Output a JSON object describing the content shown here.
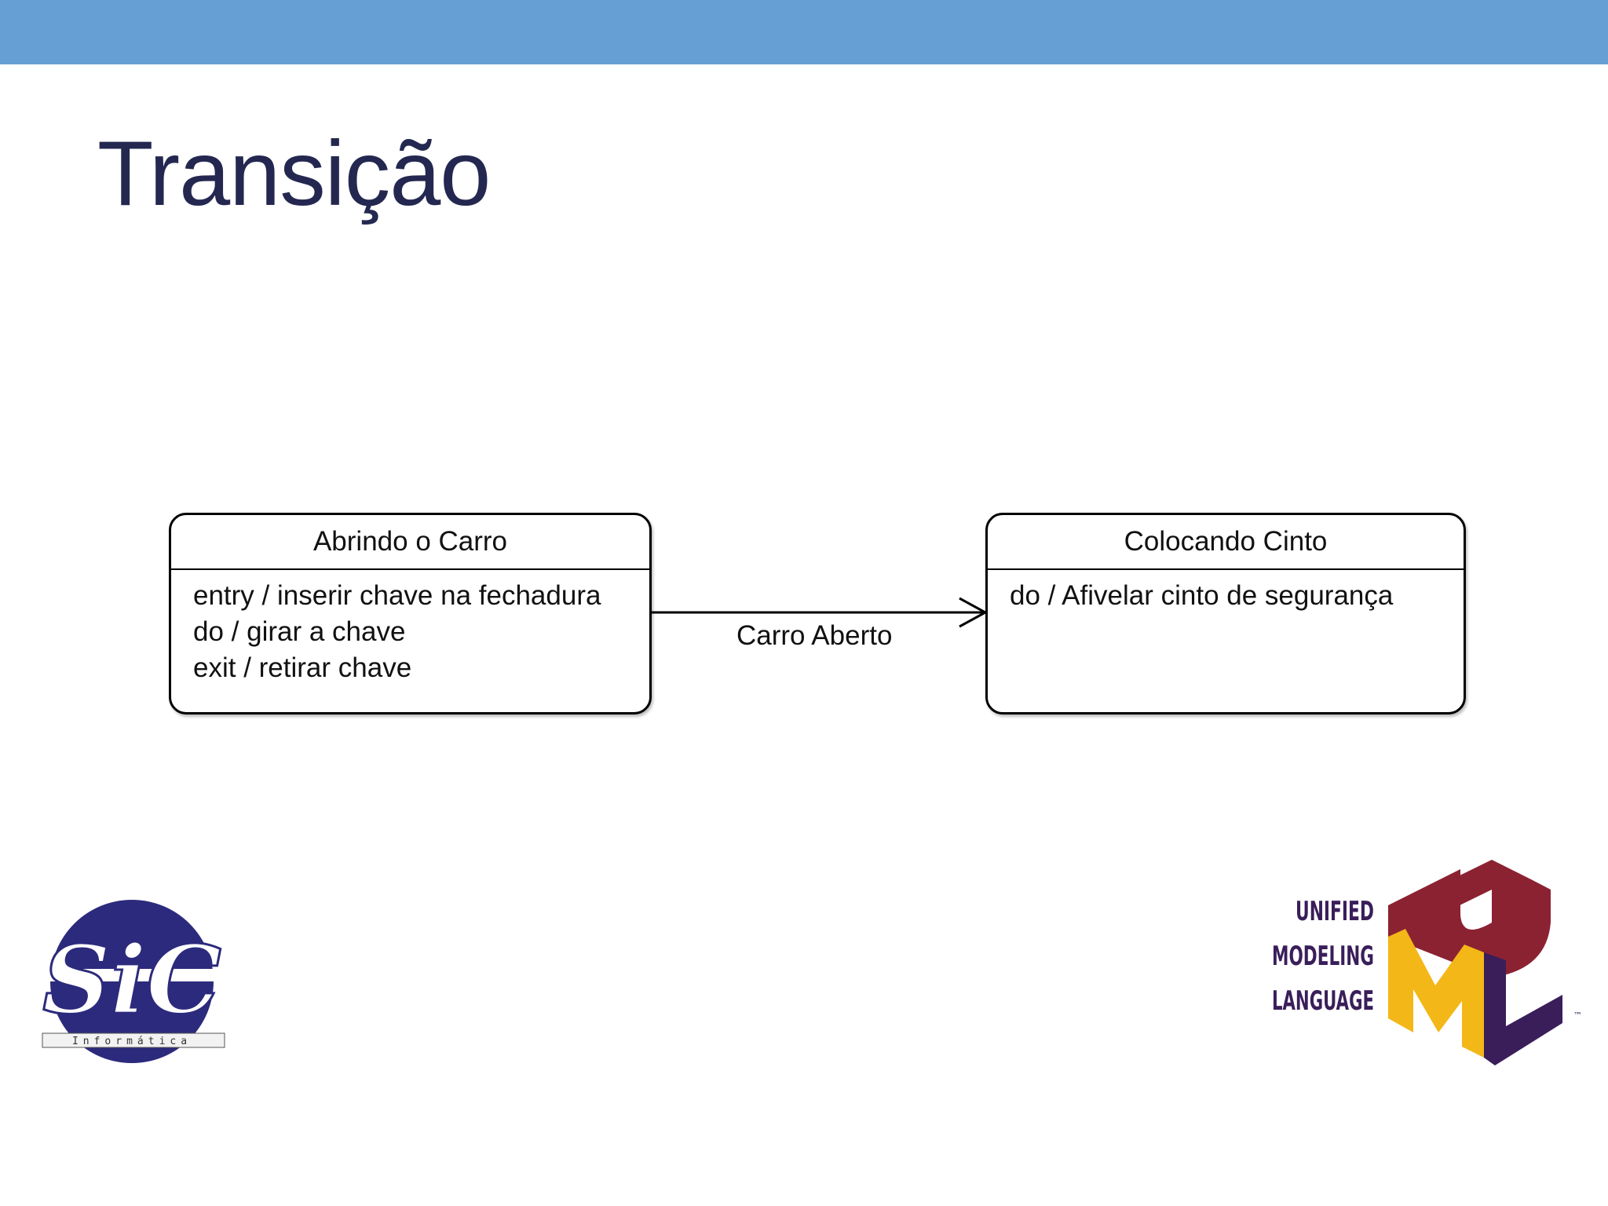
{
  "slide": {
    "title": "Transição"
  },
  "states": [
    {
      "name": "Abrindo o Carro",
      "actions": [
        "entry / inserir chave na fechadura",
        "do / girar a chave",
        "exit / retirar chave"
      ]
    },
    {
      "name": "Colocando Cinto",
      "actions": [
        "do / Afivelar cinto de segurança"
      ]
    }
  ],
  "transition": {
    "label": "Carro Aberto"
  },
  "logos": {
    "sic": {
      "mark": "SiC",
      "tagline": "Informática"
    },
    "uml": {
      "lines": [
        "UNIFIED",
        "MODELING",
        "LANGUAGE"
      ],
      "tm": "™"
    }
  },
  "colors": {
    "top_bar": "#659fd3",
    "title": "#242850",
    "sic_navy": "#2c2a7c",
    "uml_maroon": "#8b2232",
    "uml_yellow": "#f3b717",
    "uml_purple": "#3a1e5a"
  }
}
